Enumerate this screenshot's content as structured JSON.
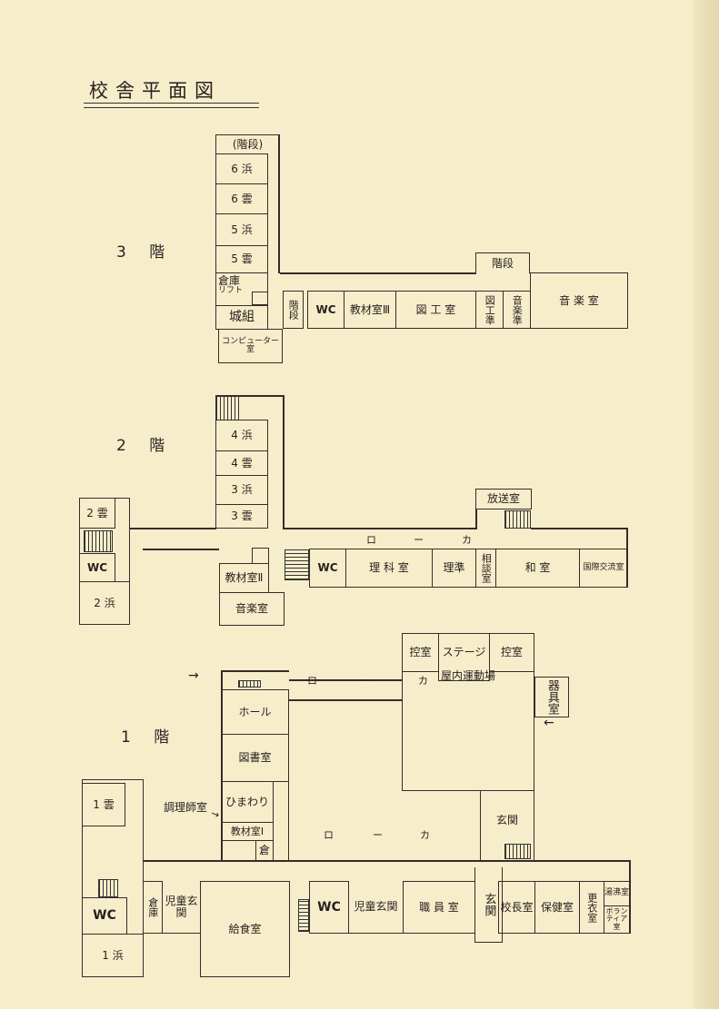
{
  "title": "校舎平面図",
  "floors": {
    "f3": "3 階",
    "f2": "2 階",
    "f1": "1 階"
  },
  "corridor": {
    "ro": "ロ",
    "bar": "ー",
    "ka": "カ"
  },
  "f3": {
    "stairs_paren": "(階段)",
    "c6h": "6 浜",
    "c6u": "6 雲",
    "c5h": "5 浜",
    "c5u": "5 雲",
    "storage": "倉庫",
    "lift": "リフト",
    "joso": "城組",
    "computer": "コンピューター室",
    "stairs_a": "階段",
    "stairs_b": "階段",
    "wc": "WC",
    "kyozai3": "教材室Ⅲ",
    "zuko": "図 工 室",
    "zukojun": "図工準",
    "ongakujun": "音楽準",
    "ongaku": "音 楽 室"
  },
  "f2": {
    "c4h": "4 浜",
    "c4u": "4 雲",
    "c3h": "3 浜",
    "c3u": "3 雲",
    "c2u": "2 雲",
    "wc_left": "WC",
    "c2h": "2 浜",
    "kyozai2": "教材室Ⅱ",
    "ongaku": "音楽室",
    "hoso": "放送室",
    "wc": "WC",
    "rika": "理 科 室",
    "rijun": "理準",
    "sodan": "相談室",
    "washitsu": "和 室",
    "kokusai": "国際交流室"
  },
  "f1": {
    "hikae_l": "控室",
    "stage": "ステージ",
    "hikae_r": "控室",
    "gym": "屋内運動場",
    "kigu": "器具室",
    "hall": "ホール",
    "library": "図書室",
    "himawari": "ひまわり",
    "kyozai1": "教材室Ⅰ",
    "kura": "倉",
    "chorishi": "調理師室",
    "genkan_upper": "玄関",
    "c1u": "1 雲",
    "wc_left": "WC",
    "c1h": "1 浜",
    "soko": "倉庫",
    "jido_genkan_l": "児童玄関",
    "kyushoku": "給食室",
    "wc": "WC",
    "jido_genkan": "児童玄関",
    "shokuin": "職 員 室",
    "genkan": "玄関",
    "kocho": "校長室",
    "hoken": "保健室",
    "koi": "更衣室",
    "yuwakashi": "湯沸室",
    "volunteer": "ボランティア室",
    "arrow_right": "→",
    "arrow_left": "←"
  }
}
